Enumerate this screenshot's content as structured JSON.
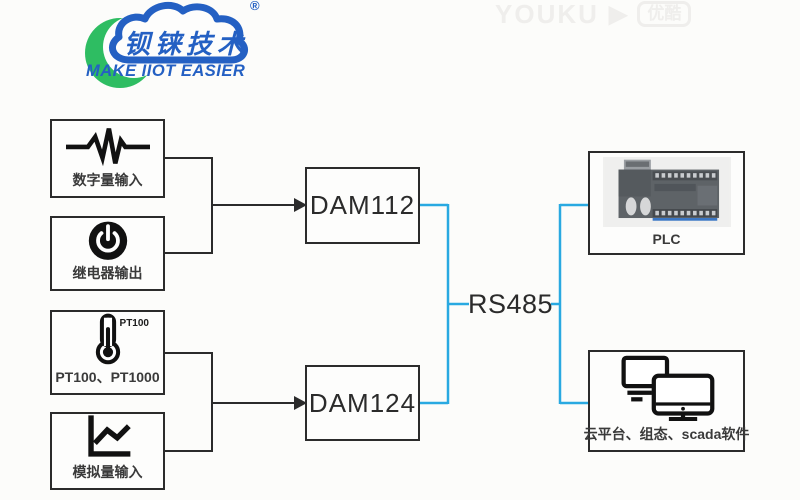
{
  "window": {
    "background": "#fcfcfa"
  },
  "logo": {
    "brand_cn": "钡铼技术",
    "tagline": "MAKE IIOT EASIER",
    "registered_mark": "®",
    "colors": {
      "blue": "#2460c3",
      "green": "#2ebd62"
    }
  },
  "watermark": {
    "site": "YOUKU",
    "play_icon": "▶",
    "badge": "优酷"
  },
  "diagram": {
    "io_boxes": [
      {
        "label": "数字量输入",
        "icon": "waveform-icon"
      },
      {
        "label": "继电器输出",
        "icon": "power-icon"
      },
      {
        "label": "PT100、PT1000",
        "icon": "thermometer-icon",
        "caption": "PT100"
      },
      {
        "label": "模拟量输入",
        "icon": "line-chart-icon"
      }
    ],
    "modules": [
      {
        "label": "DAM112"
      },
      {
        "label": "DAM124"
      }
    ],
    "bus": {
      "label": "RS485",
      "wire_color": "#29a9e1"
    },
    "endpoints": [
      {
        "label": "PLC",
        "icon": "plc-device-image"
      },
      {
        "label": "云平台、组态、scada软件",
        "icon": "dual-monitors-icon"
      }
    ]
  }
}
